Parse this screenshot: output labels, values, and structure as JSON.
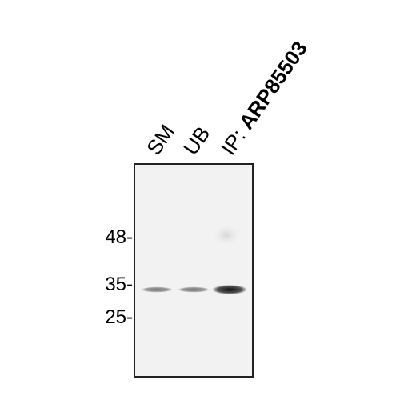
{
  "lanes": [
    {
      "label": "SM",
      "band_intensity": 0.55
    },
    {
      "label": "UB",
      "band_intensity": 0.55
    },
    {
      "label_prefix": "IP: ",
      "label_antibody": "ARP85503",
      "band_intensity": 1.0
    }
  ],
  "markers": [
    "48-",
    "35-",
    "25-"
  ],
  "colors": {
    "membrane": "#f2f2f2",
    "band": "#111111",
    "border": "#222222"
  }
}
